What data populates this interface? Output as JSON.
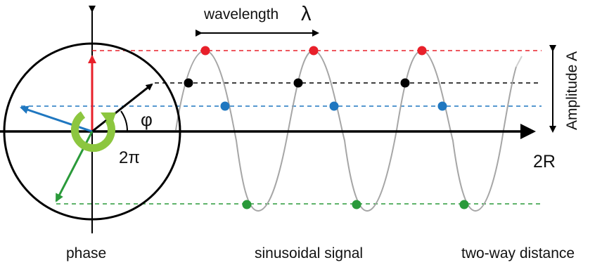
{
  "labels": {
    "wavelength": "wavelength",
    "wavelength_symbol": "λ",
    "amplitude": "Amplitude A",
    "phi": "φ",
    "two_pi": "2π",
    "two_r": "2R",
    "phase": "phase",
    "sinusoidal_signal": "sinusoidal signal",
    "two_way_distance": "two-way distance"
  },
  "colors": {
    "red": "#e8202a",
    "black": "#000000",
    "blue": "#1f77c0",
    "green": "#2a9a3a",
    "phase_arrow": "#8cc63f",
    "wave": "#a6a6a6"
  },
  "icons": {
    "phase_rotation": "circular-arrow-icon"
  }
}
